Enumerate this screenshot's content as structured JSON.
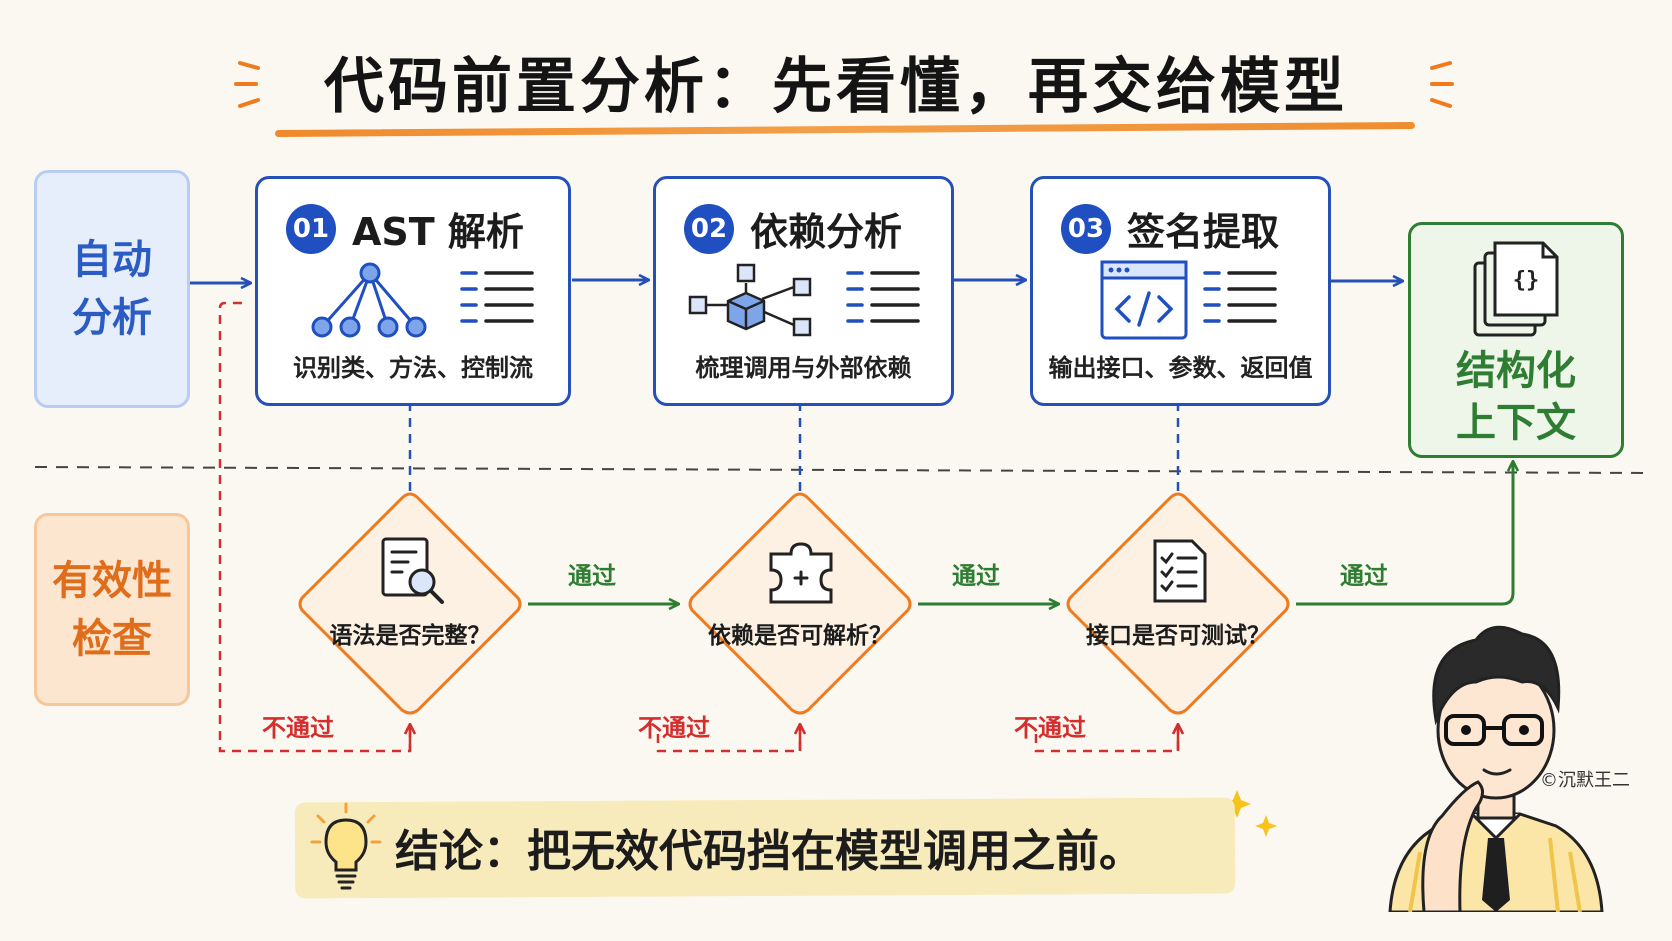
{
  "title": "代码前置分析：先看懂，再交给模型",
  "lanes": {
    "auto": "自动\n分析",
    "check": "有效性\n检查"
  },
  "steps": [
    {
      "num": "01",
      "title": "AST 解析",
      "desc": "识别类、方法、控制流"
    },
    {
      "num": "02",
      "title": "依赖分析",
      "desc": "梳理调用与外部依赖"
    },
    {
      "num": "03",
      "title": "签名提取",
      "desc": "输出接口、参数、返回值"
    }
  ],
  "result": "结构化\n上下文",
  "checks": [
    {
      "question": "语法是否完整？"
    },
    {
      "question": "依赖是否可解析？"
    },
    {
      "question": "接口是否可测试？"
    }
  ],
  "pass_label": "通过",
  "fail_label": "不通过",
  "conclusion": "结论：把无效代码挡在模型调用之前。",
  "copyright": "©沉默王二",
  "colors": {
    "blue": "#2450b8",
    "green": "#2e7d32",
    "orange": "#f07b1f",
    "red": "#d32f2f"
  }
}
